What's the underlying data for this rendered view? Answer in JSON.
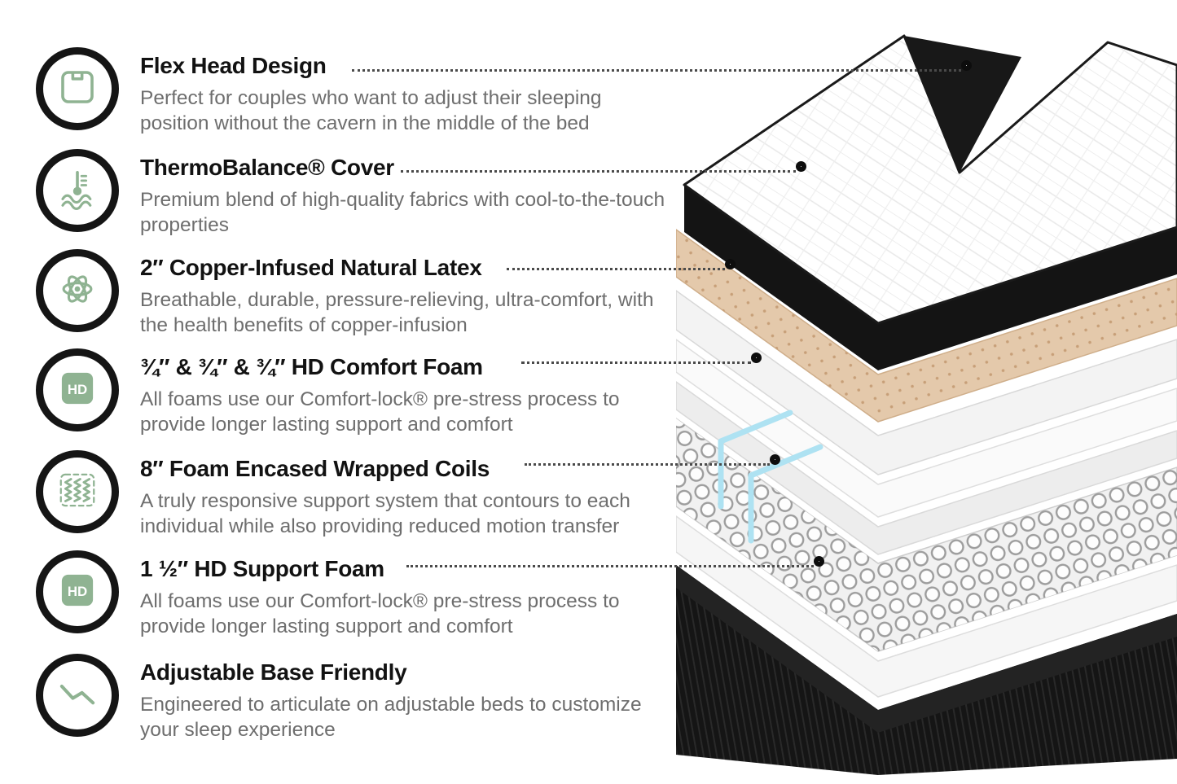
{
  "features": [
    {
      "title": "Flex Head Design",
      "description": "Perfect for couples who want to adjust their sleeping position without the cavern in the middle of the bed",
      "icon": "flex-head-icon"
    },
    {
      "title": "ThermoBalance® Cover",
      "description": "Premium blend of high-quality fabrics with cool-to-the-touch properties",
      "icon": "thermometer-icon"
    },
    {
      "title": "2″ Copper-Infused Natural Latex",
      "description": "Breathable, durable, pressure-relieving, ultra-comfort, with the health benefits of copper-infusion",
      "icon": "atom-icon"
    },
    {
      "title": "¾″ & ¾″ & ¾″ HD Comfort Foam",
      "description": "All foams use our Comfort-lock® pre-stress process to provide longer lasting support and comfort",
      "icon": "hd-badge-icon"
    },
    {
      "title": "8″ Foam Encased Wrapped Coils",
      "description": "A truly responsive support system that contours to each individual while also providing reduced motion transfer",
      "icon": "coils-icon"
    },
    {
      "title": "1 ½″ HD Support Foam",
      "description": "All foams use our Comfort-lock® pre-stress process to provide longer lasting support and comfort",
      "icon": "hd-badge-icon"
    },
    {
      "title": "Adjustable Base Friendly",
      "description": "Engineered to articulate on adjustable beds to customize your sleep experience",
      "icon": "adjustable-base-icon"
    }
  ],
  "hd_label": "HD",
  "colors": {
    "accent_green": "#8fb392",
    "title_text": "#121212",
    "description_text": "#6e6e6e",
    "leader_dots": "#4a4a4a",
    "mattress_band_black": "#141414",
    "latex_tan": "#e4c9ab",
    "coil_gray": "#9d9d9d",
    "encasement_blue": "#aee2f2",
    "foundation_black": "#151515"
  }
}
